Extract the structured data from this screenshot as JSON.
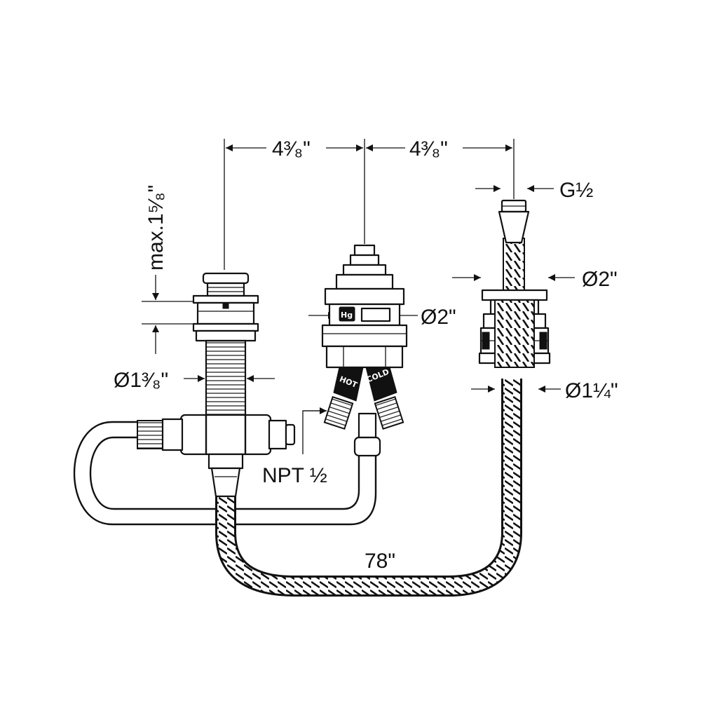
{
  "labels": {
    "dim_left_spacing": "4³⁄₈\"",
    "dim_right_spacing": "4³⁄₈\"",
    "dim_max_height": "max.1⁵⁄₈\"",
    "dim_left_diameter": "Ø1³⁄₈\"",
    "dim_center_diameter": "Ø2\"",
    "dim_right_thread": "G½",
    "dim_right_diameter_top": "Ø2\"",
    "dim_right_diameter_bottom": "Ø1¼\"",
    "dim_inlet_thread": "NPT ½",
    "dim_hose_length": "78\"",
    "mark_hot": "HOT",
    "mark_cold": "COLD",
    "mark_logo": "Hg"
  }
}
